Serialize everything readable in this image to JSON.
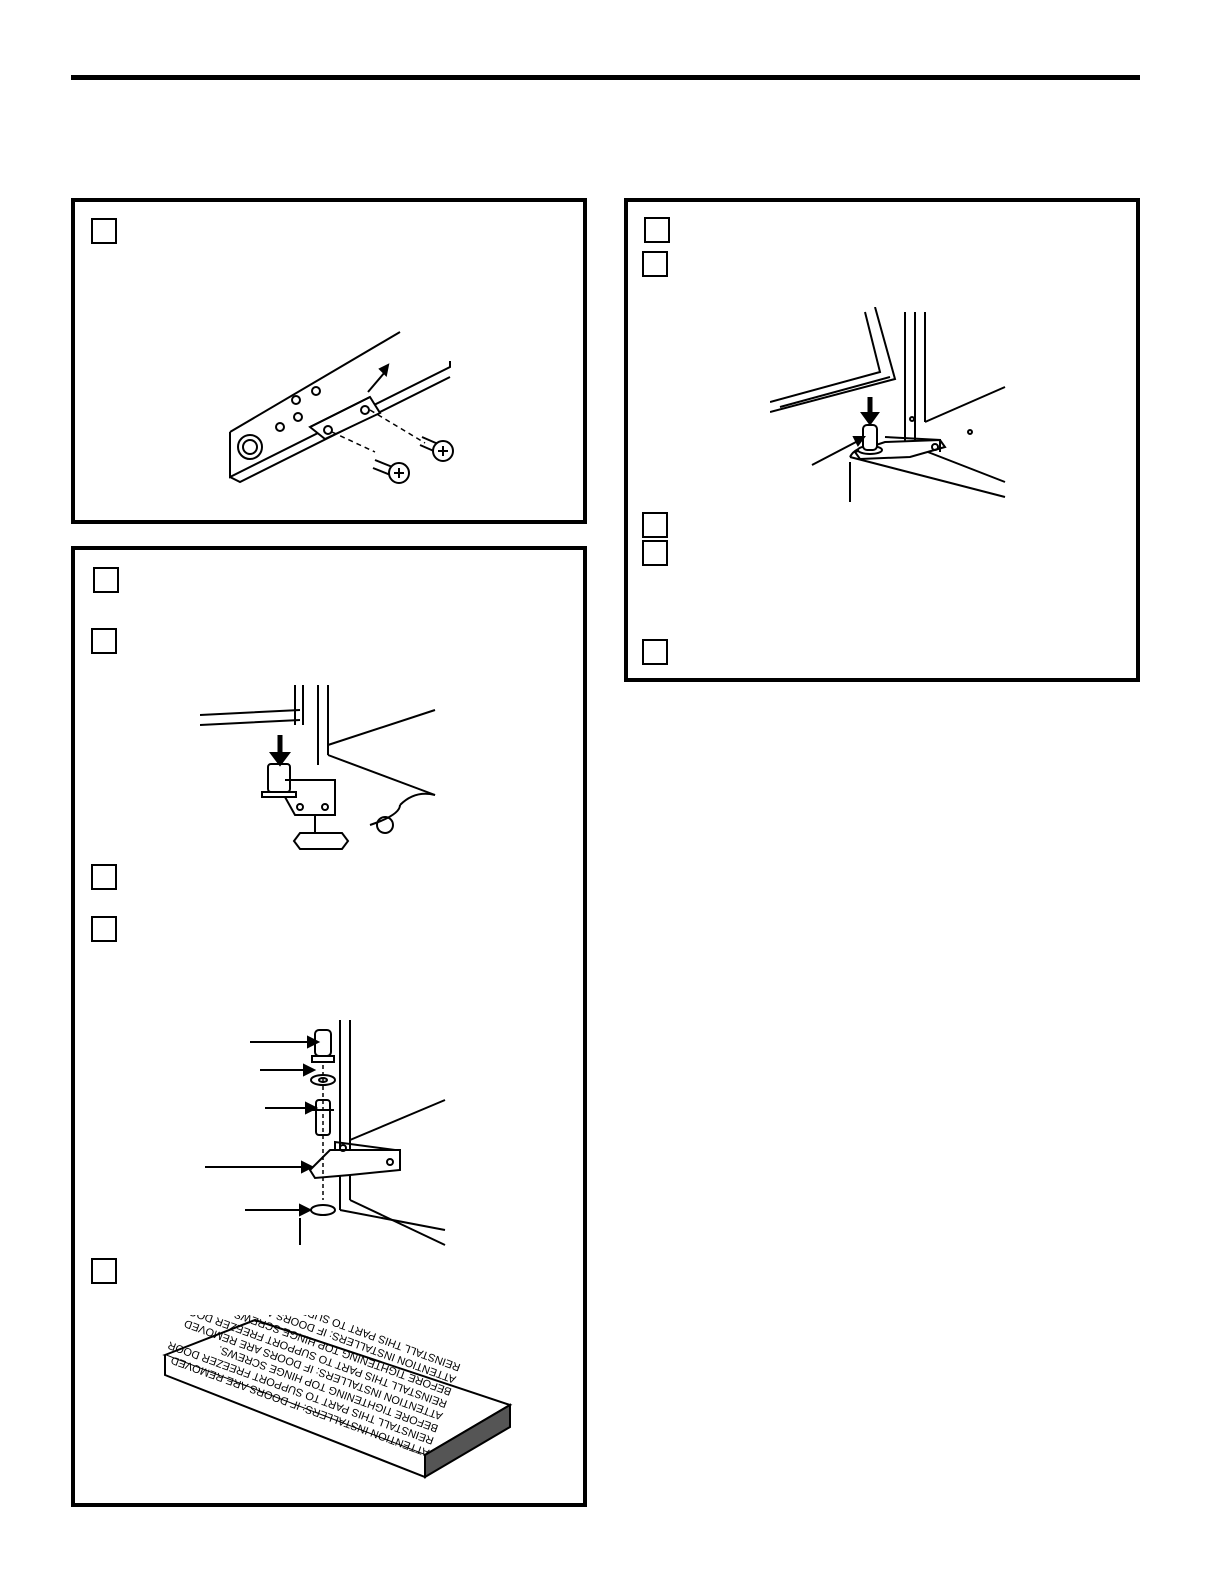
{
  "page": {
    "header_rule": true
  },
  "illustrations": {
    "carton_label_lines": [
      "ATTENTION INSTALLERS: IF DOORS ARE REMOVED",
      "REINSTALL THIS PART TO SUPPORT FREEZER DOOR",
      "BEFORE TIGHTENING TOP HINGE SCREWS.",
      "ATTENTION INSTALLERS: IF DOORS ARE REMOVED",
      "REINSTALL THIS PART TO SUPPORT FREEZER DOOR",
      "BEFORE TIGHTENING TOP HINGE SCREWS.",
      "ATTENTION INSTALLERS: IF DOORS ARE REMOVED",
      "REINSTALL THIS PART TO SUPPORT FREEZER DOOR"
    ]
  }
}
